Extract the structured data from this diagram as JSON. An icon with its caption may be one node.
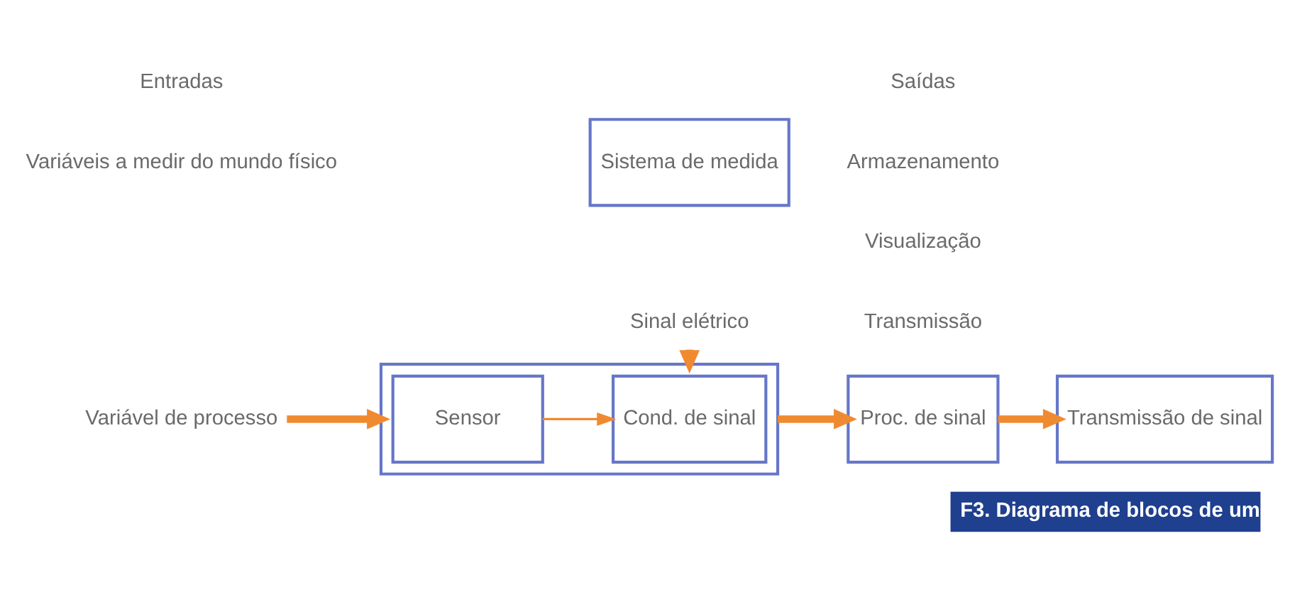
{
  "diagram": {
    "caption": "F3. Diagrama de blocos de um",
    "nodes": [
      {
        "text": [
          "Sistema de medida"
        ]
      },
      {
        "text": [
          "Variável de processo"
        ]
      },
      {
        "text": [],
        "shape": "box"
      },
      {
        "text": [
          "Sensor"
        ],
        "in": 2
      },
      {
        "text": [
          "Cond. de sinal"
        ],
        "in": 2
      },
      {
        "text": [
          "Sinal elétrico"
        ]
      },
      {
        "text": [
          "Proc. de sinal"
        ]
      },
      {
        "text": [
          "Transmissão de sinal"
        ]
      }
    ],
    "edges": [
      {
        "from": 1,
        "to": 2,
        "arrow": "to"
      },
      {
        "from": 3,
        "to": 4,
        "arrow": "to"
      },
      {
        "from": 5,
        "to": 2,
        "arrow": "to"
      },
      {
        "from": 2,
        "to": 6,
        "arrow": "to"
      },
      {
        "from": 6,
        "to": 7,
        "arrow": "to"
      }
    ],
    "labels": [
      "Entradas",
      "Variáveis a medir do mundo físico",
      "Saídas",
      "Armazenamento",
      "Visualização",
      "Transmissão"
    ]
  }
}
